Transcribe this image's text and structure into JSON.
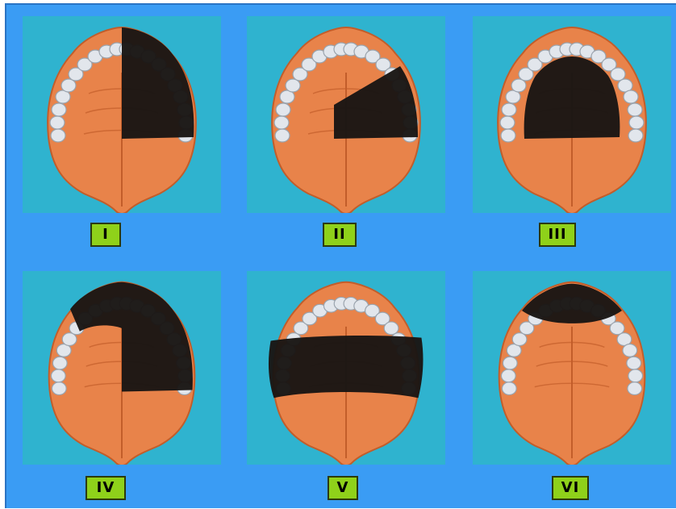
{
  "colors": {
    "background": "#3a9cf4",
    "panel": "#2fb3cf",
    "label_fill": "#8fd11a",
    "label_border": "#2c3a0a",
    "palate": "#e8834a",
    "palate_shadow": "#c25d2a",
    "teeth": "#e2e6ec",
    "resection": "#1a1614"
  },
  "classes": [
    {
      "label": "I",
      "resection": "right-half"
    },
    {
      "label": "II",
      "resection": "right-quadrant"
    },
    {
      "label": "III",
      "resection": "central-palate"
    },
    {
      "label": "IV",
      "resection": "right-half-plus-anterior"
    },
    {
      "label": "V",
      "resection": "anterior-band"
    },
    {
      "label": "VI",
      "resection": "anterior-arch"
    }
  ]
}
